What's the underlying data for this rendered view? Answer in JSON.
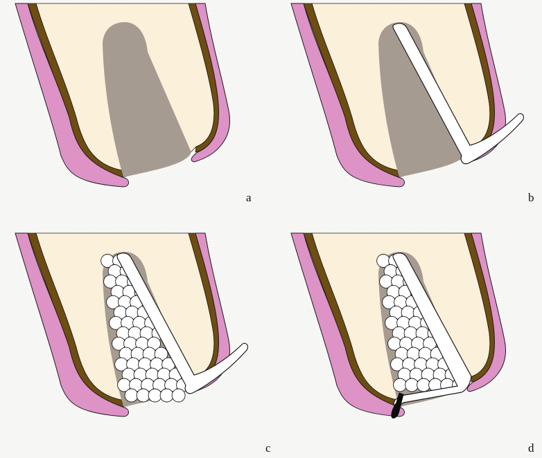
{
  "panels": [
    {
      "label": "a"
    },
    {
      "label": "b"
    },
    {
      "label": "c"
    },
    {
      "label": "d"
    }
  ],
  "colors": {
    "gingiva": "#de93c7",
    "bone_cortex": "#6e4d12",
    "tooth": "#fbf0da",
    "defect": "#a69b91",
    "membrane": "#ffffff",
    "graft_particle": "#ffffff",
    "outline": "#1a1a1a",
    "pin": "#0d0d0d"
  },
  "icons": {
    "pin": "fixation-pin-icon"
  }
}
